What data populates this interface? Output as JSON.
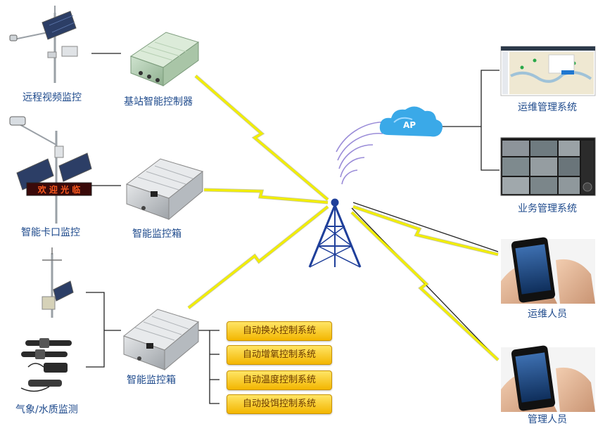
{
  "nodes": {
    "remote_video": "远程视频监控",
    "base_controller": "基站智能控制器",
    "smart_gate": "智能卡口监控",
    "smart_box_1": "智能监控箱",
    "weather_water": "气象/水质监测",
    "smart_box_2": "智能监控箱",
    "led_sign": "欢 迎 光 临",
    "ap": "AP",
    "ops_system": "运维管理系统",
    "biz_system": "业务管理系统",
    "ops_staff": "运维人员",
    "mgmt_staff": "管理人员"
  },
  "control_systems": [
    "自动换水控制系统",
    "自动增氧控制系统",
    "自动温度控制系统",
    "自动投饵控制系统"
  ],
  "colors": {
    "label": "#1e4a8c",
    "tower": "#1f3f9a",
    "lightning": "#f2ee00",
    "button_top": "#ffe566",
    "button_bottom": "#f3b600",
    "cloud": "#3aa9e8"
  }
}
